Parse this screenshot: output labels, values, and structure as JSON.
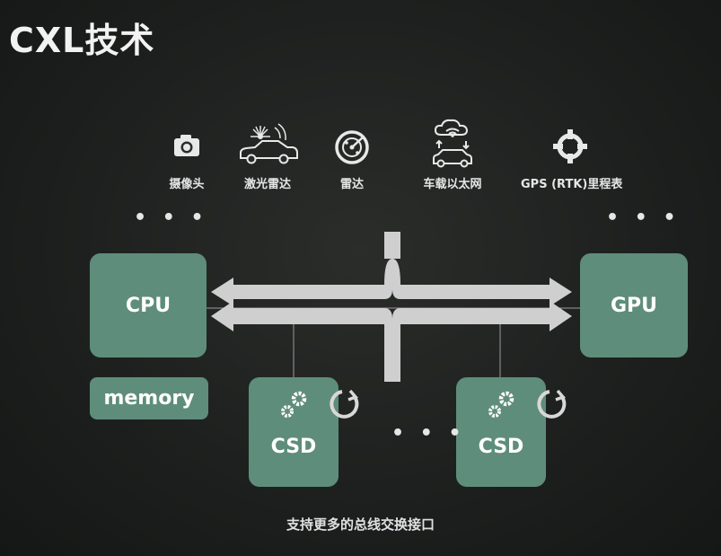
{
  "title": "CXL技术",
  "sensors": [
    {
      "label": "摄像头",
      "icon": "camera-icon"
    },
    {
      "label": "激光雷达",
      "icon": "lidar-car-icon"
    },
    {
      "label": "雷达",
      "icon": "radar-icon"
    },
    {
      "label": "车载以太网",
      "icon": "car-ethernet-icon"
    },
    {
      "label": "GPS (RTK)里程表",
      "icon": "gps-crosshair-icon"
    }
  ],
  "nodes": {
    "cpu": "CPU",
    "gpu": "GPU",
    "memory": "memory",
    "csd_left": "CSD",
    "csd_right": "CSD"
  },
  "ellipsis": "• • •",
  "ellipsis_middle": "• • •",
  "caption": "支持更多的总线交换接口",
  "colors": {
    "node": "#5f8d7b",
    "bus": "#c8c8c8",
    "background": "#1f2120"
  }
}
